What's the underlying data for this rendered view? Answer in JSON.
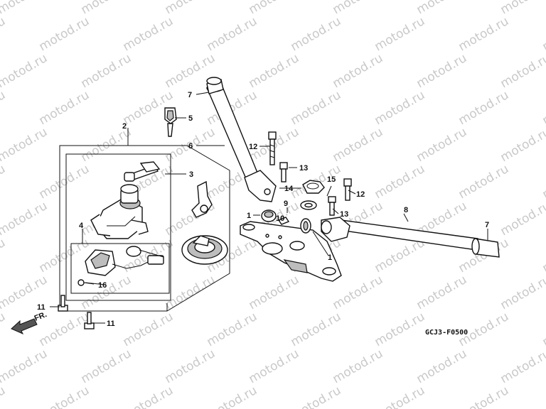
{
  "watermark": "motod.ru",
  "diagram_code": "GCJ3-F0500",
  "direction_label": "FR.",
  "callouts": {
    "c1a": "1",
    "c1b": "1",
    "c2": "2",
    "c3": "3",
    "c4": "4",
    "c5": "5",
    "c6": "6",
    "c7a": "7",
    "c7b": "7",
    "c8": "8",
    "c9": "9",
    "c10": "10",
    "c11a": "11",
    "c11b": "11",
    "c12a": "12",
    "c12b": "12",
    "c13a": "13",
    "c13b": "13",
    "c14": "14",
    "c15": "15",
    "c16": "16"
  }
}
